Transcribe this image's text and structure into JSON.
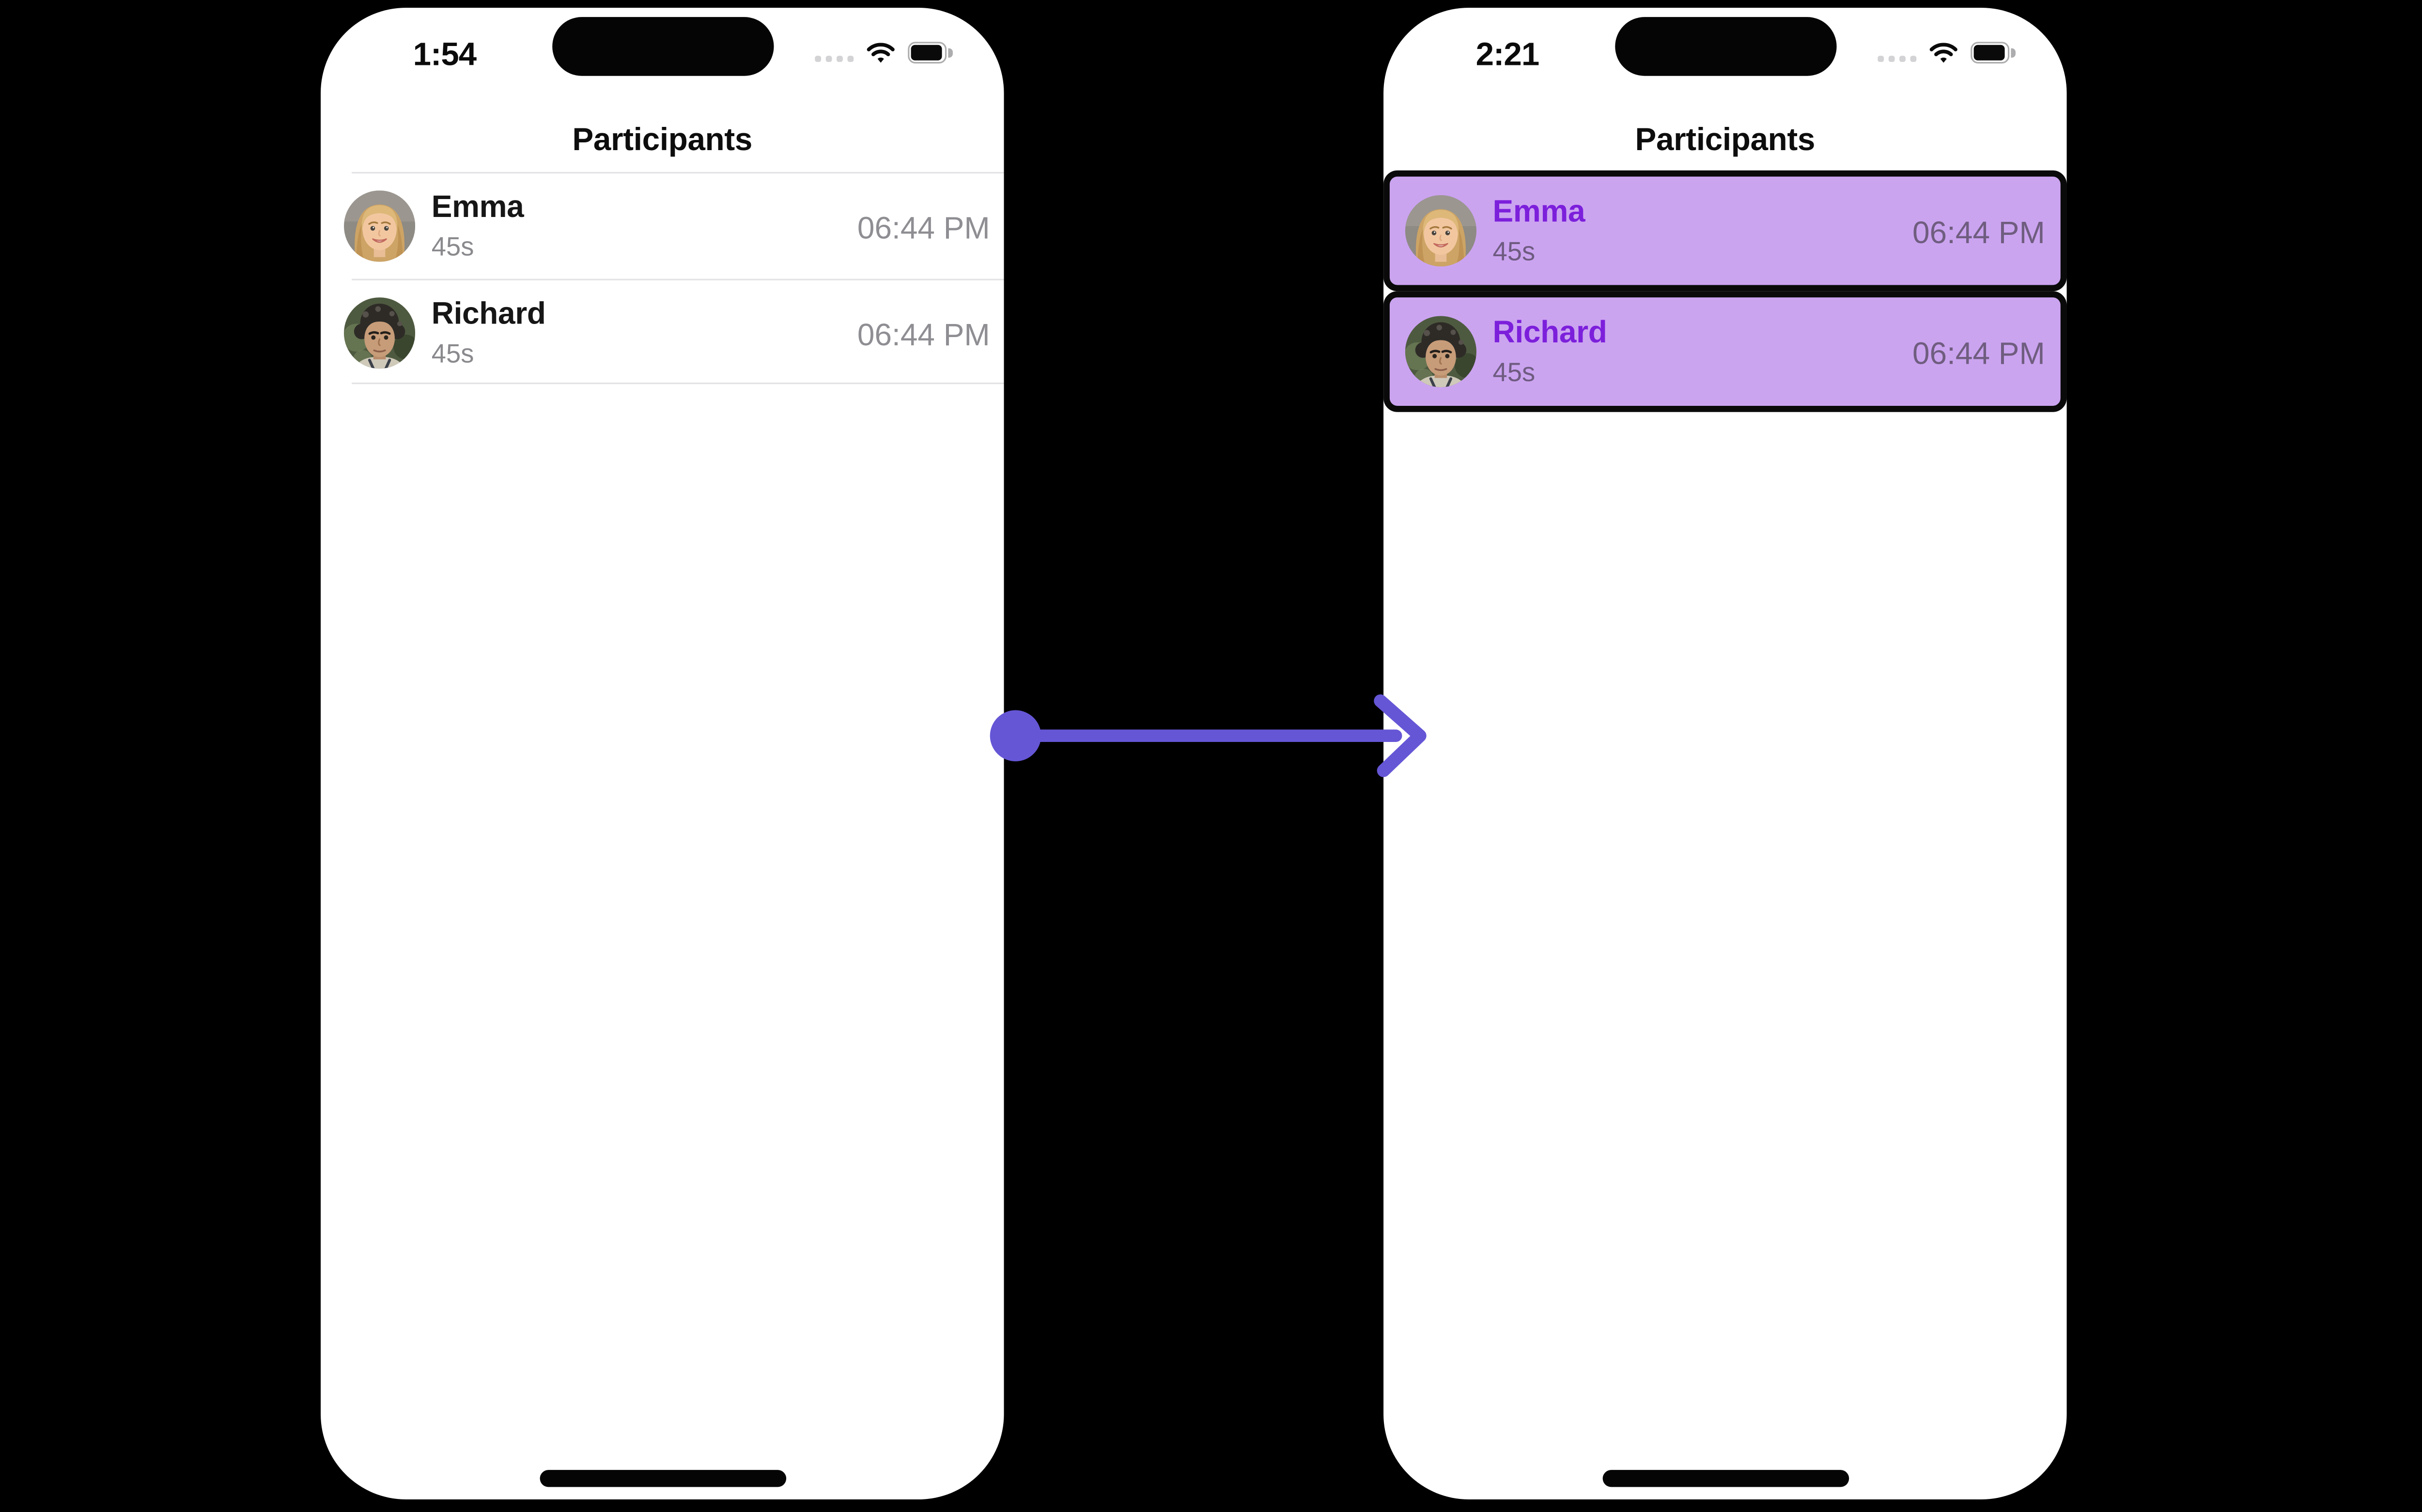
{
  "view": "participants-selection-before-after",
  "arrow": {
    "direction": "left-to-right",
    "color": "#6556D6"
  },
  "phones": [
    {
      "id": "participants-before",
      "status": {
        "time": "1:54",
        "cellular_dots": 4,
        "wifi": true,
        "battery": "full"
      },
      "nav_title": "Participants",
      "participants": [
        {
          "name": "Emma",
          "duration": "45s",
          "time": "06:44 PM",
          "avatar": "emma-avatar",
          "selected": false
        },
        {
          "name": "Richard",
          "duration": "45s",
          "time": "06:44 PM",
          "avatar": "richard-avatar",
          "selected": false
        }
      ]
    },
    {
      "id": "participants-after",
      "status": {
        "time": "2:21",
        "cellular_dots": 4,
        "wifi": true,
        "battery": "full"
      },
      "nav_title": "Participants",
      "participants": [
        {
          "name": "Emma",
          "duration": "45s",
          "time": "06:44 PM",
          "avatar": "emma-avatar",
          "selected": true
        },
        {
          "name": "Richard",
          "duration": "45s",
          "time": "06:44 PM",
          "avatar": "richard-avatar",
          "selected": true
        }
      ]
    }
  ],
  "colors": {
    "page_background": "#000000",
    "phone_background": "#FFFFFF",
    "accent_arrow": "#6556D6",
    "selected_row_fill": "#CBA4F0",
    "selected_row_border": "#0A0A0A",
    "selected_name_text": "#7C1FDB",
    "selected_secondary_text": "#6E5B80",
    "selected_time_text": "#6F5D7F",
    "name_text": "#161616",
    "secondary_text": "#8A8A8E",
    "time_text": "#8E8E93",
    "separator": "#E3E3E5"
  }
}
